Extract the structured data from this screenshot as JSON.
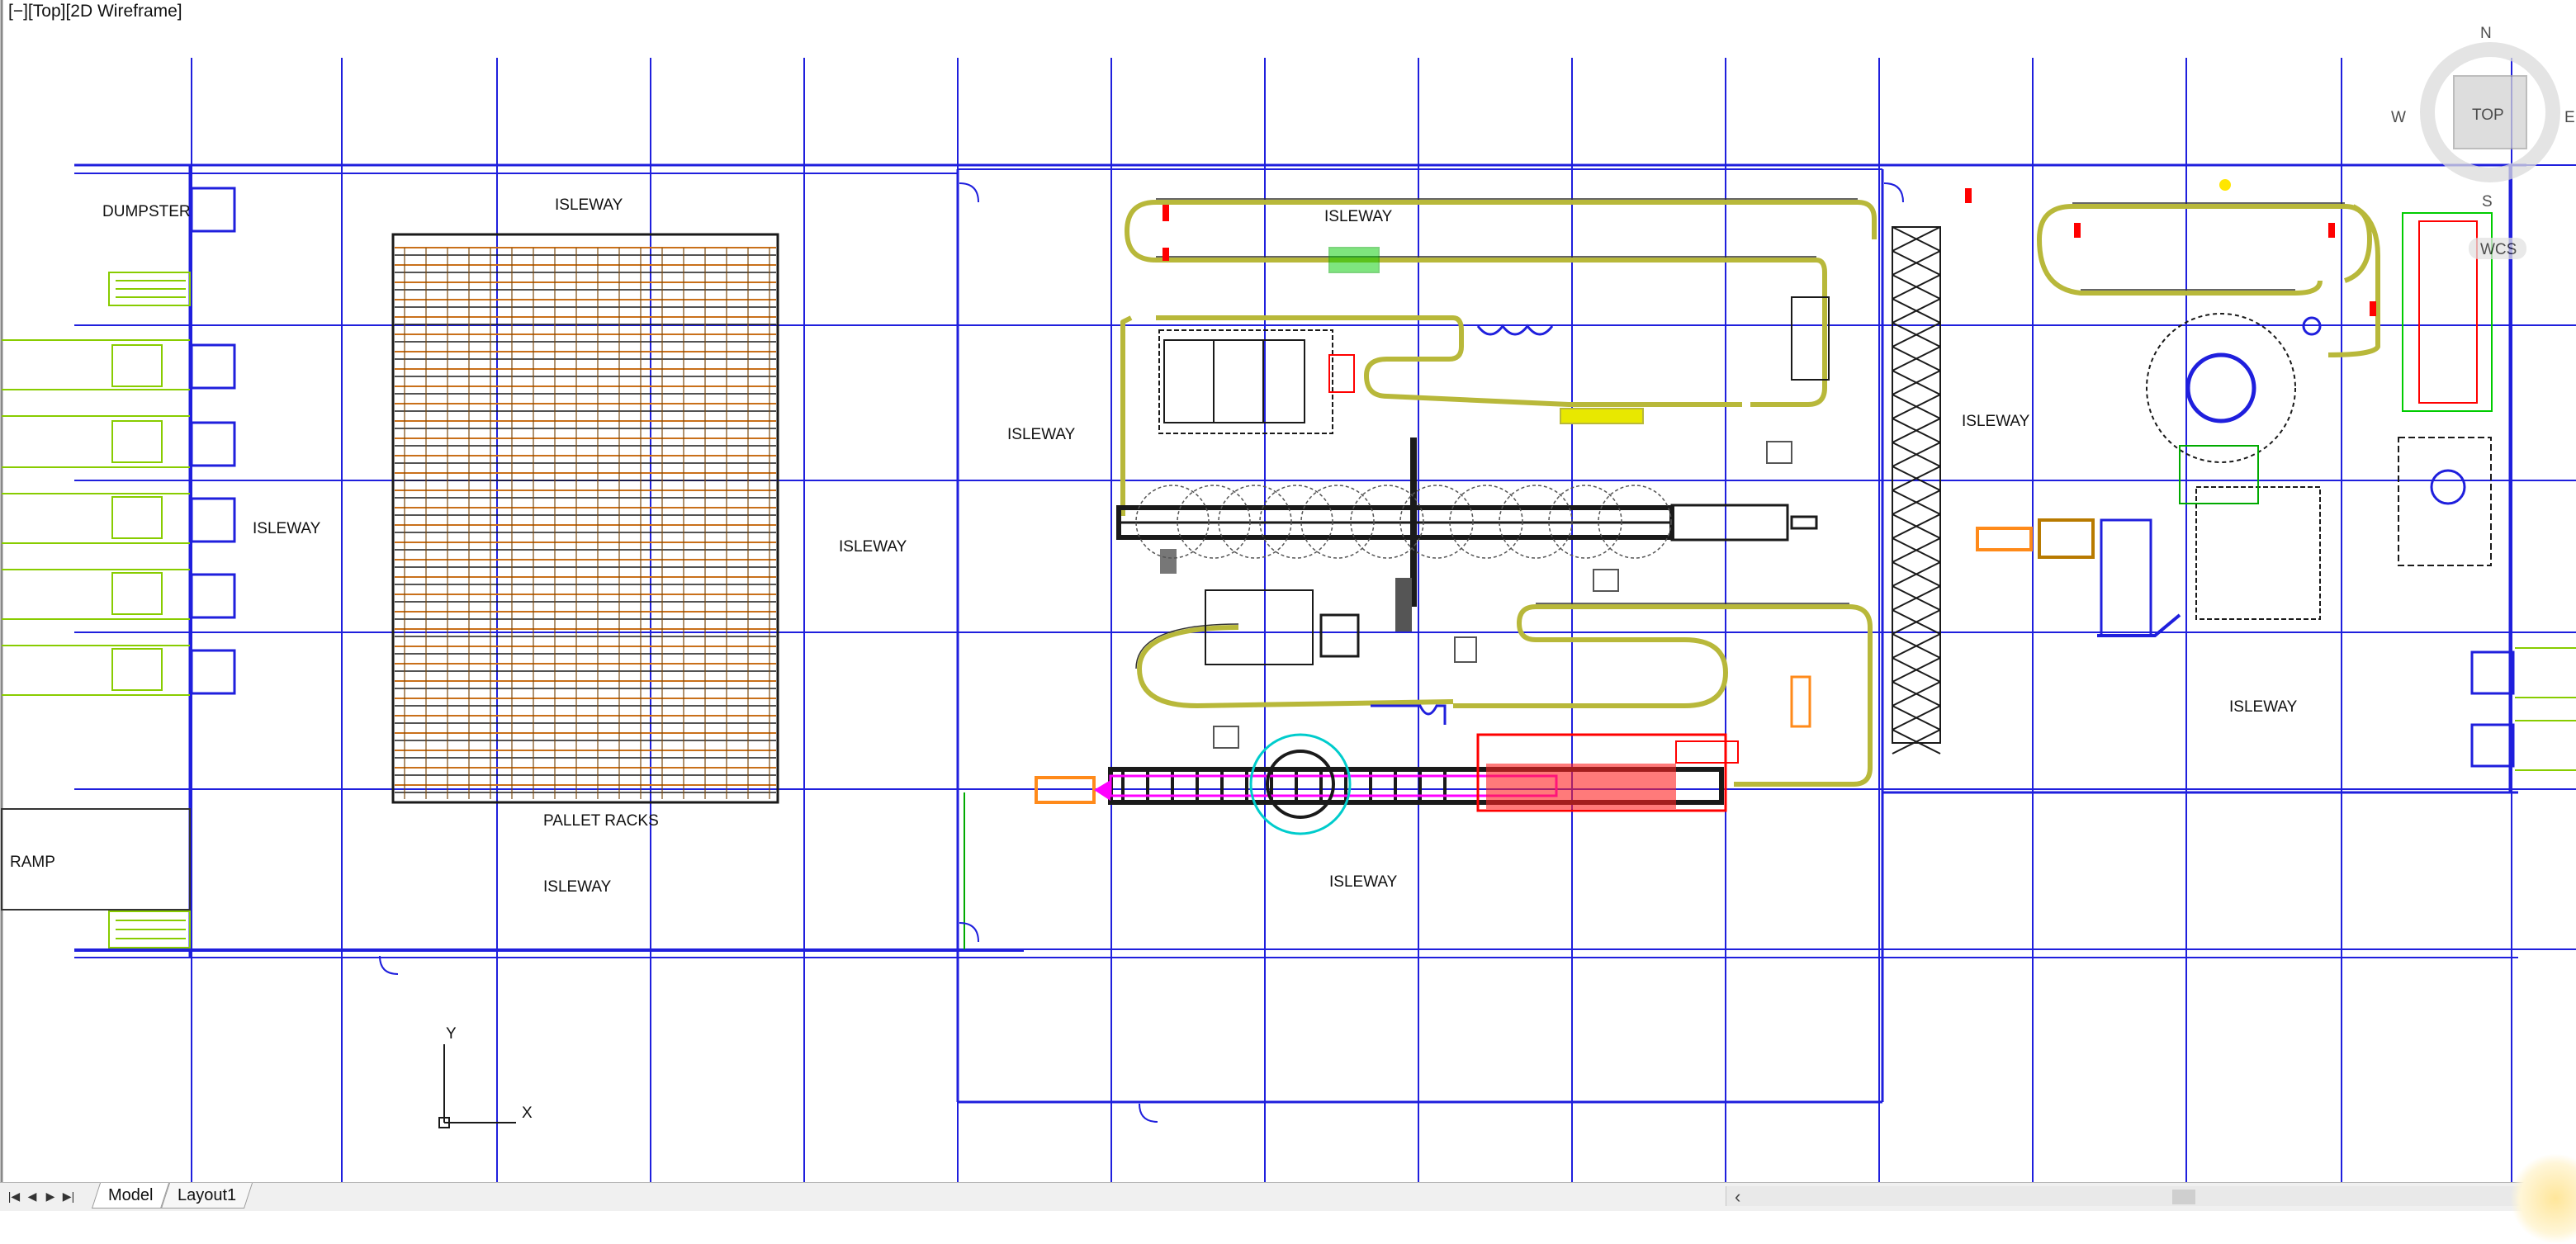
{
  "viewport": {
    "label": "[−][Top][2D Wireframe]"
  },
  "viewcube": {
    "north": "N",
    "south": "S",
    "east": "E",
    "west": "W",
    "face": "TOP",
    "wcs": "WCS"
  },
  "ucs": {
    "y": "Y",
    "x": "X"
  },
  "drawing": {
    "labels": {
      "dumpster": "DUMPSTER",
      "isleway": "ISLEWAY",
      "pallet_racks": "PALLET RACKS",
      "ramp": "RAMP"
    }
  },
  "tabs": [
    {
      "label": "Model",
      "active": true
    },
    {
      "label": "Layout1",
      "active": false
    }
  ],
  "colors": {
    "grid": "#1f1fdd",
    "walls": "#1f1fdd",
    "conveyor": "#b8b83a",
    "rack": "#c9701a",
    "rack_dark": "#1a1a1a",
    "equipment_red": "#ff0000",
    "equipment_orange": "#ff8a1a",
    "equipment_magenta": "#ff00ff",
    "equipment_green": "#00cc00",
    "dock": "#88cc00"
  }
}
